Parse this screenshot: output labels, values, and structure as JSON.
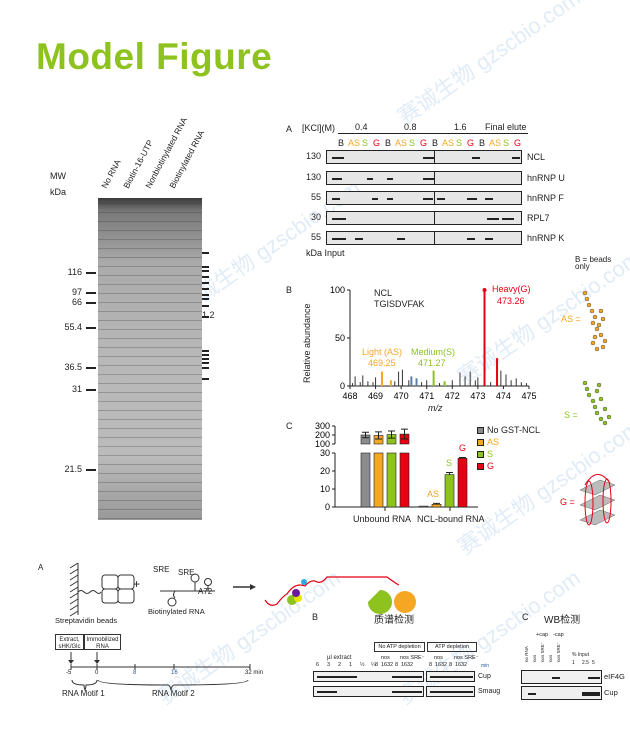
{
  "title": "Model Figure",
  "watermark": [
    "赛诚生物",
    "gzscbio.com"
  ],
  "gel": {
    "mw_label": "MW",
    "unit": "kDa",
    "lanes": [
      "No RNA",
      "Biotin-16-UTP",
      "Nonbiotinylated RNA",
      "Biotinylated RNA"
    ],
    "markers": [
      "116",
      "97",
      "66",
      "55.4",
      "36.5",
      "31",
      "21.5"
    ],
    "band_label": "1.2"
  },
  "panelA": {
    "letter": "A",
    "kcl": "[KCl](M)",
    "groups": [
      "0.4",
      "0.8",
      "1.6",
      "Final elute"
    ],
    "lanes": [
      "B",
      "AS",
      "S",
      "G"
    ],
    "lane_colors": {
      "B": "#222222",
      "AS": "#f5a623",
      "S": "#8dc21f",
      "G": "#e60012"
    },
    "rows": [
      {
        "mw": "130",
        "name": "NCL"
      },
      {
        "mw": "130",
        "name": "hnRNP U"
      },
      {
        "mw": "55",
        "name": "hnRNP F"
      },
      {
        "mw": "30",
        "name": "RPL7"
      },
      {
        "mw": "55",
        "name": "hnRNP K"
      }
    ],
    "footer": "kDa Input",
    "beads_note": "B = beads only",
    "legend_as": "AS =",
    "legend_s": "S =",
    "legend_g": "G ="
  },
  "chart_data": [
    {
      "type": "bar",
      "panel": "B",
      "letter": "B",
      "title_lines": [
        "NCL",
        "TGISDVFAK"
      ],
      "xlabel": "m/z",
      "ylabel": "Relative abundance",
      "xlim": [
        468,
        475
      ],
      "ylim": [
        0,
        100
      ],
      "xticks": [
        "468",
        "469",
        "470",
        "471",
        "472",
        "473",
        "474",
        "475"
      ],
      "yticks": [
        "0",
        "50",
        "100"
      ],
      "annotations": [
        {
          "label": "Light (AS)",
          "value": "469.25",
          "color": "#f5a623"
        },
        {
          "label": "Medium(S)",
          "value": "471.27",
          "color": "#8dc21f"
        },
        {
          "label": "Heavy(G)",
          "value": "473.26",
          "color": "#e60012"
        }
      ],
      "peaks": [
        [
          468.1,
          3
        ],
        [
          468.2,
          10
        ],
        [
          468.4,
          4
        ],
        [
          468.5,
          11
        ],
        [
          468.7,
          5
        ],
        [
          468.9,
          4
        ],
        [
          469.0,
          9
        ],
        [
          469.25,
          15,
          "#f5a623"
        ],
        [
          469.6,
          6,
          "#f5a623"
        ],
        [
          469.75,
          5
        ],
        [
          469.9,
          15
        ],
        [
          470.05,
          17
        ],
        [
          470.3,
          6
        ],
        [
          470.4,
          10,
          "#5a7fa8"
        ],
        [
          470.6,
          8,
          "#5a7fa8"
        ],
        [
          470.8,
          4
        ],
        [
          471.0,
          6
        ],
        [
          471.27,
          16,
          "#8dc21f"
        ],
        [
          471.5,
          3
        ],
        [
          471.7,
          5,
          "#8dc21f"
        ],
        [
          472.0,
          6
        ],
        [
          472.3,
          14
        ],
        [
          472.5,
          10
        ],
        [
          472.7,
          15
        ],
        [
          472.9,
          6
        ],
        [
          473.0,
          9
        ],
        [
          473.26,
          100,
          "#e60012"
        ],
        [
          473.5,
          4
        ],
        [
          473.75,
          29,
          "#e60012"
        ],
        [
          473.9,
          16
        ],
        [
          474.1,
          12
        ],
        [
          474.3,
          6
        ],
        [
          474.5,
          8
        ],
        [
          474.7,
          4
        ],
        [
          474.9,
          3
        ]
      ]
    },
    {
      "type": "bar",
      "panel": "C",
      "letter": "C",
      "categories": [
        "Unbound RNA",
        "NCL-bound RNA"
      ],
      "yticks_lower": [
        "0",
        "10",
        "20",
        "30"
      ],
      "yticks_upper": [
        "100",
        "200",
        "300"
      ],
      "ylim_lower": [
        0,
        30
      ],
      "ylim_upper": [
        100,
        300
      ],
      "broken_axis": true,
      "series": [
        {
          "name": "No GST-NCL",
          "color": "#8c8c8c",
          "values": [
            200,
            0.5
          ],
          "err": [
            30,
            0
          ]
        },
        {
          "name": "AS",
          "color": "#f5a623",
          "values": [
            195,
            1.5
          ],
          "err": [
            40,
            0.5
          ]
        },
        {
          "name": "S",
          "color": "#8dc21f",
          "values": [
            205,
            18
          ],
          "err": [
            40,
            1.2
          ]
        },
        {
          "name": "G",
          "color": "#e60012",
          "values": [
            210,
            27
          ],
          "err": [
            55,
            0.5
          ]
        }
      ],
      "bar_labels": [
        "AS",
        "S",
        "G"
      ],
      "legend": "right"
    }
  ],
  "bottom": {
    "A": {
      "letter": "A",
      "beads": "Streptavidin beads",
      "plus": "+",
      "sre": "SRE",
      "polyA": "A72",
      "rna": "Biotinylated RNA",
      "box1": "Extract, sHK/Glc",
      "box2": "Immobilized RNA",
      "ticks": [
        "-5",
        "0",
        "8",
        "16",
        "32 min"
      ],
      "motif1": "RNA Motif 1",
      "motif2": "RNA Motif 2"
    },
    "B": {
      "letter": "B",
      "title": "质谱检测",
      "extract": "µl extract",
      "extract_lanes": [
        "6",
        "3",
        "2",
        "1",
        "½",
        "¼"
      ],
      "no_atp": "No ATP depletion",
      "atp": "ATP depletion",
      "nos": "nos",
      "nos_sre": "nos SRE⁻",
      "times": [
        "8",
        "16",
        "32"
      ],
      "min": "min",
      "rows": [
        "Cup",
        "Smaug"
      ]
    },
    "C": {
      "letter": "C",
      "title": "WB检测",
      "cap_plus": "+cap",
      "cap_minus": "-cap",
      "lanes": [
        "no RNA",
        "nos",
        "nos SRE⁻",
        "nos",
        "nos SRE⁻"
      ],
      "input": "% Input",
      "input_lanes": [
        "1",
        "2.5",
        "5"
      ],
      "rows": [
        "eIF4G",
        "Cup"
      ]
    }
  }
}
